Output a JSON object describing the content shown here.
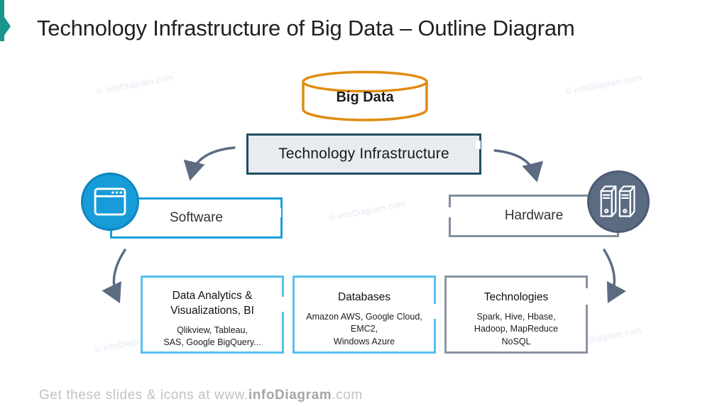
{
  "slide": {
    "title": "Technology Infrastructure of Big Data – Outline Diagram",
    "accent_color": "#18968e"
  },
  "diagram": {
    "big_data": {
      "label": "Big Data",
      "border_color": "#e08c10"
    },
    "tech_infra": {
      "label": "Technology Infrastructure",
      "border_color": "#204e63",
      "fill": "#e8ebef"
    },
    "software": {
      "label": "Software",
      "border_color": "#1a9fdc",
      "circle_color": "#179cd9",
      "icon": "browser-window-icon"
    },
    "hardware": {
      "label": "Hardware",
      "border_color": "#828d9c",
      "circle_color": "#5b6b82",
      "icon": "server-towers-icon"
    },
    "arrow_color": "#5c6b82",
    "detail_boxes": [
      {
        "title_lines": [
          "Data Analytics &",
          "Visualizations, BI"
        ],
        "item_lines": [
          "Qlikview, Tableau,",
          "SAS, Google BigQuery..."
        ],
        "border_color": "#55c1ee"
      },
      {
        "title_lines": [
          "Databases"
        ],
        "item_lines": [
          "Amazon AWS, Google Cloud,",
          "EMC2,",
          "Windows Azure"
        ],
        "border_color": "#55c1ee"
      },
      {
        "title_lines": [
          "Technologies"
        ],
        "item_lines": [
          "Spark, Hive, Hbase,",
          "Hadoop, MapReduce",
          "NoSQL"
        ],
        "border_color": "#8a93a3"
      }
    ]
  },
  "watermark": {
    "text": "© infoDiagram.com",
    "color": "#e2e7f1"
  },
  "footer": {
    "prefix": "Get these slides & icons at www.",
    "brand": "infoDiagram",
    "suffix": ".com"
  }
}
